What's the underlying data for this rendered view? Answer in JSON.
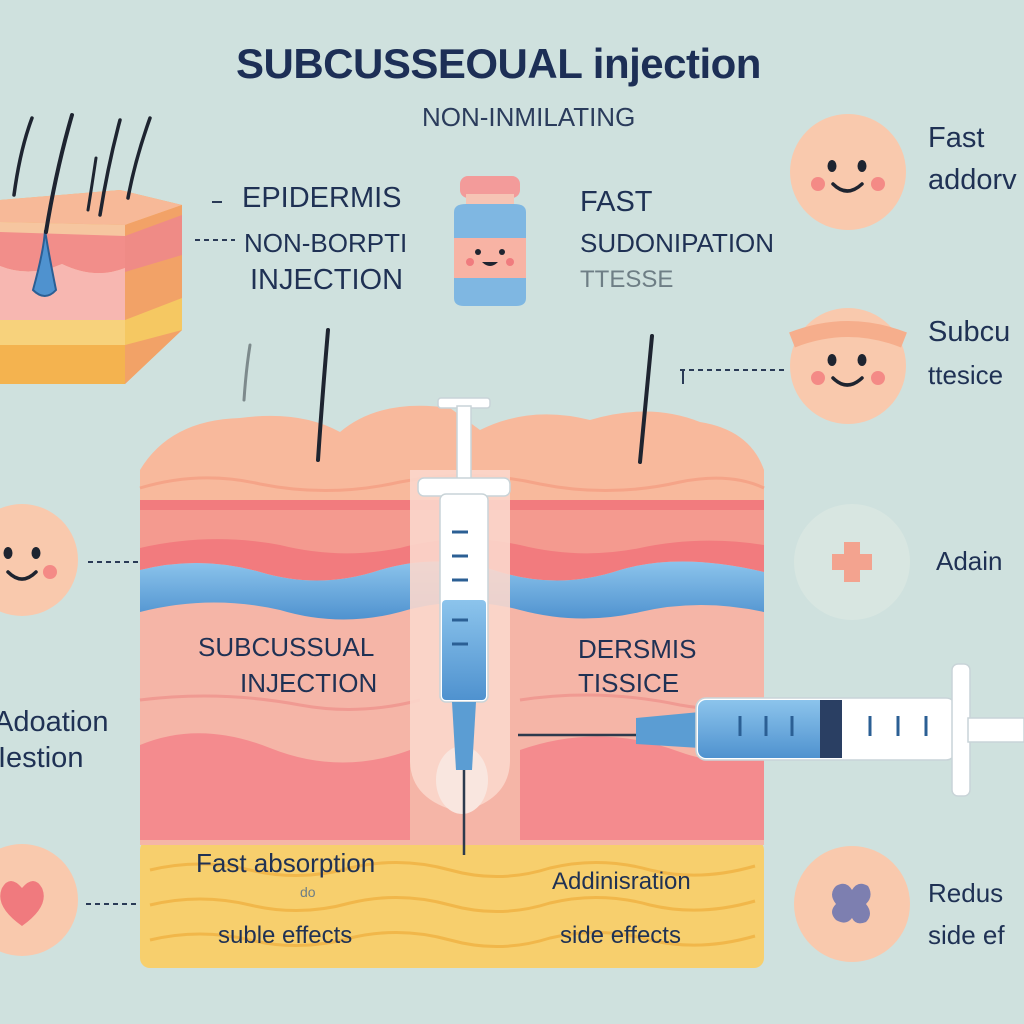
{
  "title": "SUBCUSSEOUAL injection",
  "subtitle": "NON-INMILATING",
  "top_left": {
    "line1": "EPIDERMIS",
    "line2": "NON-BORPTI",
    "line3": "INJECTION"
  },
  "top_center": {
    "line1": "FAST",
    "line2": "SUDONIPATION",
    "line3": "TTESSE"
  },
  "right_column": {
    "item1": {
      "line1": "Fast",
      "line2": "addorv"
    },
    "item2": {
      "line1": "Subcu",
      "line2": "ttesice"
    },
    "item3": {
      "line1": "Adain"
    },
    "item4": {
      "line1": "Redus",
      "line2": "side ef"
    }
  },
  "left_column": {
    "middle_line1": "Adoation",
    "middle_line2": "Iestion"
  },
  "diagram": {
    "left_tissue_label1": "SUBCUSSUAL",
    "left_tissue_label2": "INJECTION",
    "right_tissue_label1": "DERSMIS",
    "right_tissue_label2": "TISSICE",
    "fat_left1": "Fast absorption",
    "fat_left2": "do",
    "fat_left3": "suble effects",
    "fat_right1": "Addinisration",
    "fat_right2": "side effects"
  },
  "colors": {
    "background": "#cfe1de",
    "skin": "#f4a48f",
    "blue_layer": "#7fb6df",
    "fat": "#f6cf6b",
    "text": "#1f3154",
    "syringe_blue": "#5a9ed6"
  }
}
